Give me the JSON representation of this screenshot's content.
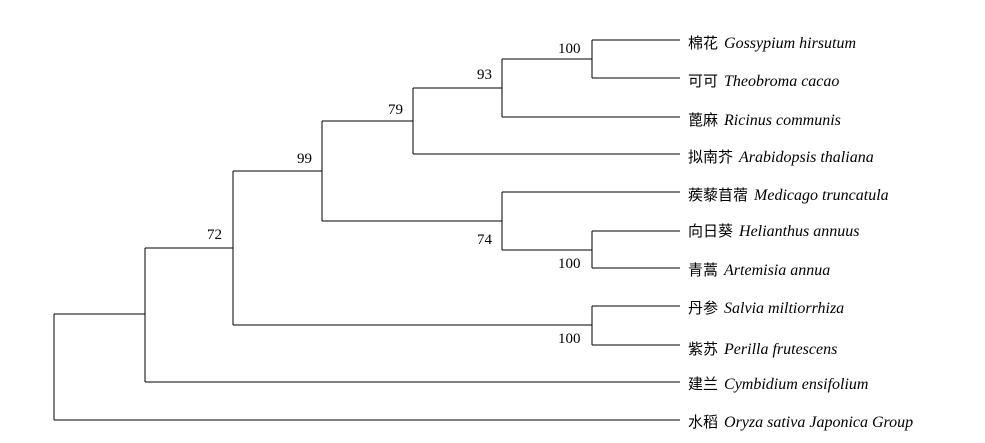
{
  "tree": {
    "taxa": [
      {
        "chinese": "棉花",
        "latin": "Gossypium hirsutum"
      },
      {
        "chinese": "可可",
        "latin": "Theobroma cacao"
      },
      {
        "chinese": "蓖麻",
        "latin": "Ricinus communis"
      },
      {
        "chinese": "拟南芥",
        "latin": "Arabidopsis thaliana"
      },
      {
        "chinese": "蒺藜苜蓿",
        "latin": "Medicago truncatula"
      },
      {
        "chinese": "向日葵",
        "latin": "Helianthus annuus"
      },
      {
        "chinese": "青蒿",
        "latin": "Artemisia annua"
      },
      {
        "chinese": "丹参",
        "latin": "Salvia miltiorrhiza"
      },
      {
        "chinese": "紫苏",
        "latin": "Perilla frutescens"
      },
      {
        "chinese": "建兰",
        "latin": "Cymbidium ensifolium"
      },
      {
        "chinese": "水稻",
        "latin": "Oryza sativa Japonica Group"
      }
    ],
    "support_values": {
      "gossypium_theobroma": "100",
      "malvids_ricinus": "93",
      "rosids": "79",
      "eudicots_core": "99",
      "medicago_asterids": "74",
      "helianthus_artemisia": "100",
      "salvia_perilla": "100",
      "dicots": "72"
    }
  }
}
